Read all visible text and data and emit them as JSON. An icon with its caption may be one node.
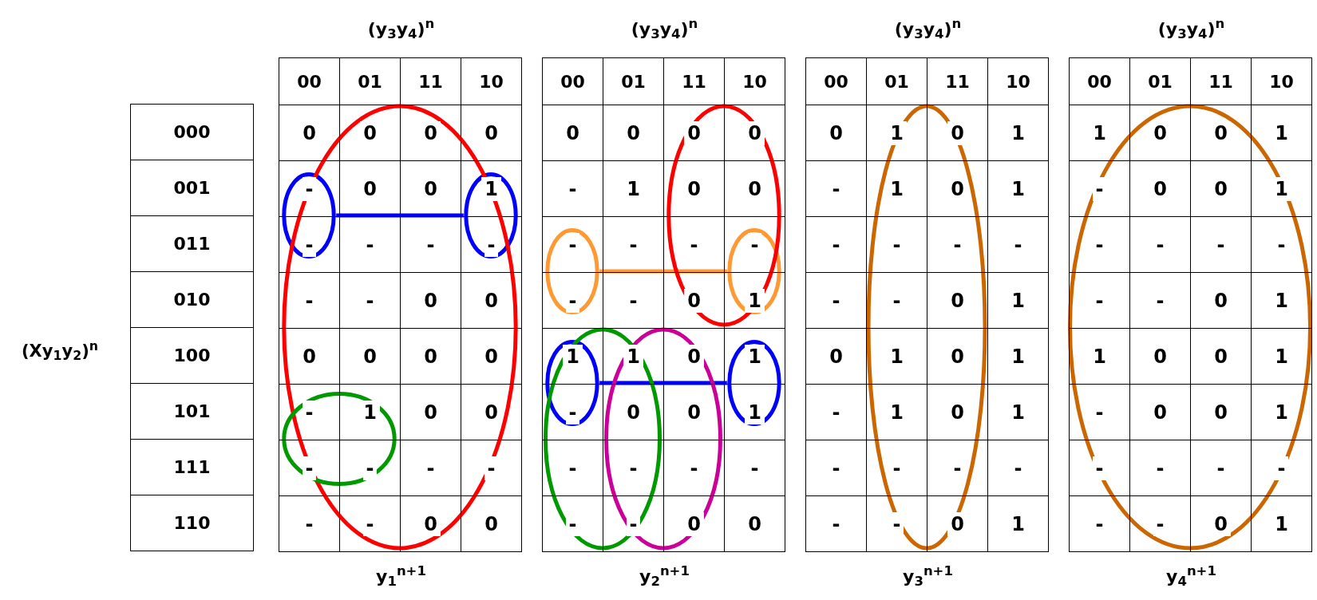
{
  "diagram": {
    "labels": [
      "(y$_{3}$y$_{4}$)$^{n}$",
      "(y$_{3}$y$_{4}$)$^{n}$",
      "(y$_{3}$y$_{4}$)$^{n}$",
      "(y$_{3}$y$_{4}$)$^{n}$",
      "00",
      "01",
      "11",
      "10",
      "00",
      "01",
      "11",
      "10",
      "00",
      "01",
      "11",
      "10",
      "00",
      "01",
      "11",
      "10",
      "000",
      "0",
      "0",
      "0",
      "0",
      "0",
      "0",
      "0",
      "0",
      "0",
      "1",
      "0",
      "1",
      "1",
      "0",
      "0",
      "1",
      "001",
      "-",
      "0",
      "0",
      "1",
      "-",
      "1",
      "0",
      "0",
      "-",
      "1",
      "0",
      "1",
      "-",
      "0",
      "0",
      "1",
      "011",
      "-",
      "-",
      "-",
      "-",
      "-",
      "-",
      "-",
      "-",
      "-",
      "-",
      "-",
      "-",
      "-",
      "-",
      "-",
      "-",
      "010",
      "-",
      "-",
      "0",
      "0",
      "-",
      "-",
      "0",
      "1",
      "-",
      "-",
      "0",
      "1",
      "-",
      "-",
      "0",
      "1",
      "100",
      "0",
      "0",
      "0",
      "0",
      "1",
      "1",
      "0",
      "1",
      "0",
      "1",
      "0",
      "1",
      "1",
      "0",
      "0",
      "1",
      "101",
      "-",
      "1",
      "0",
      "0",
      "-",
      "0",
      "0",
      "1",
      "-",
      "1",
      "0",
      "1",
      "-",
      "0",
      "0",
      "1",
      "111",
      "-",
      "-",
      "-",
      "-",
      "-",
      "-",
      "-",
      "-",
      "-",
      "-",
      "-",
      "-",
      "-",
      "-",
      "-",
      "-",
      "110",
      "-",
      "-",
      "0",
      "0",
      "-",
      "-",
      "0",
      "0",
      "-",
      "-",
      "0",
      "1",
      "-",
      "-",
      "0",
      "1",
      "(Xy$_{1}$y$_{2}$)$^{n}$",
      "y$_{1}$$^{n+1}$",
      "y$_{2}$$^{n+1}$",
      "y$_{3}$$^{n+1}$",
      "y$_{4}$$^{n+1}$"
    ]
  }
}
